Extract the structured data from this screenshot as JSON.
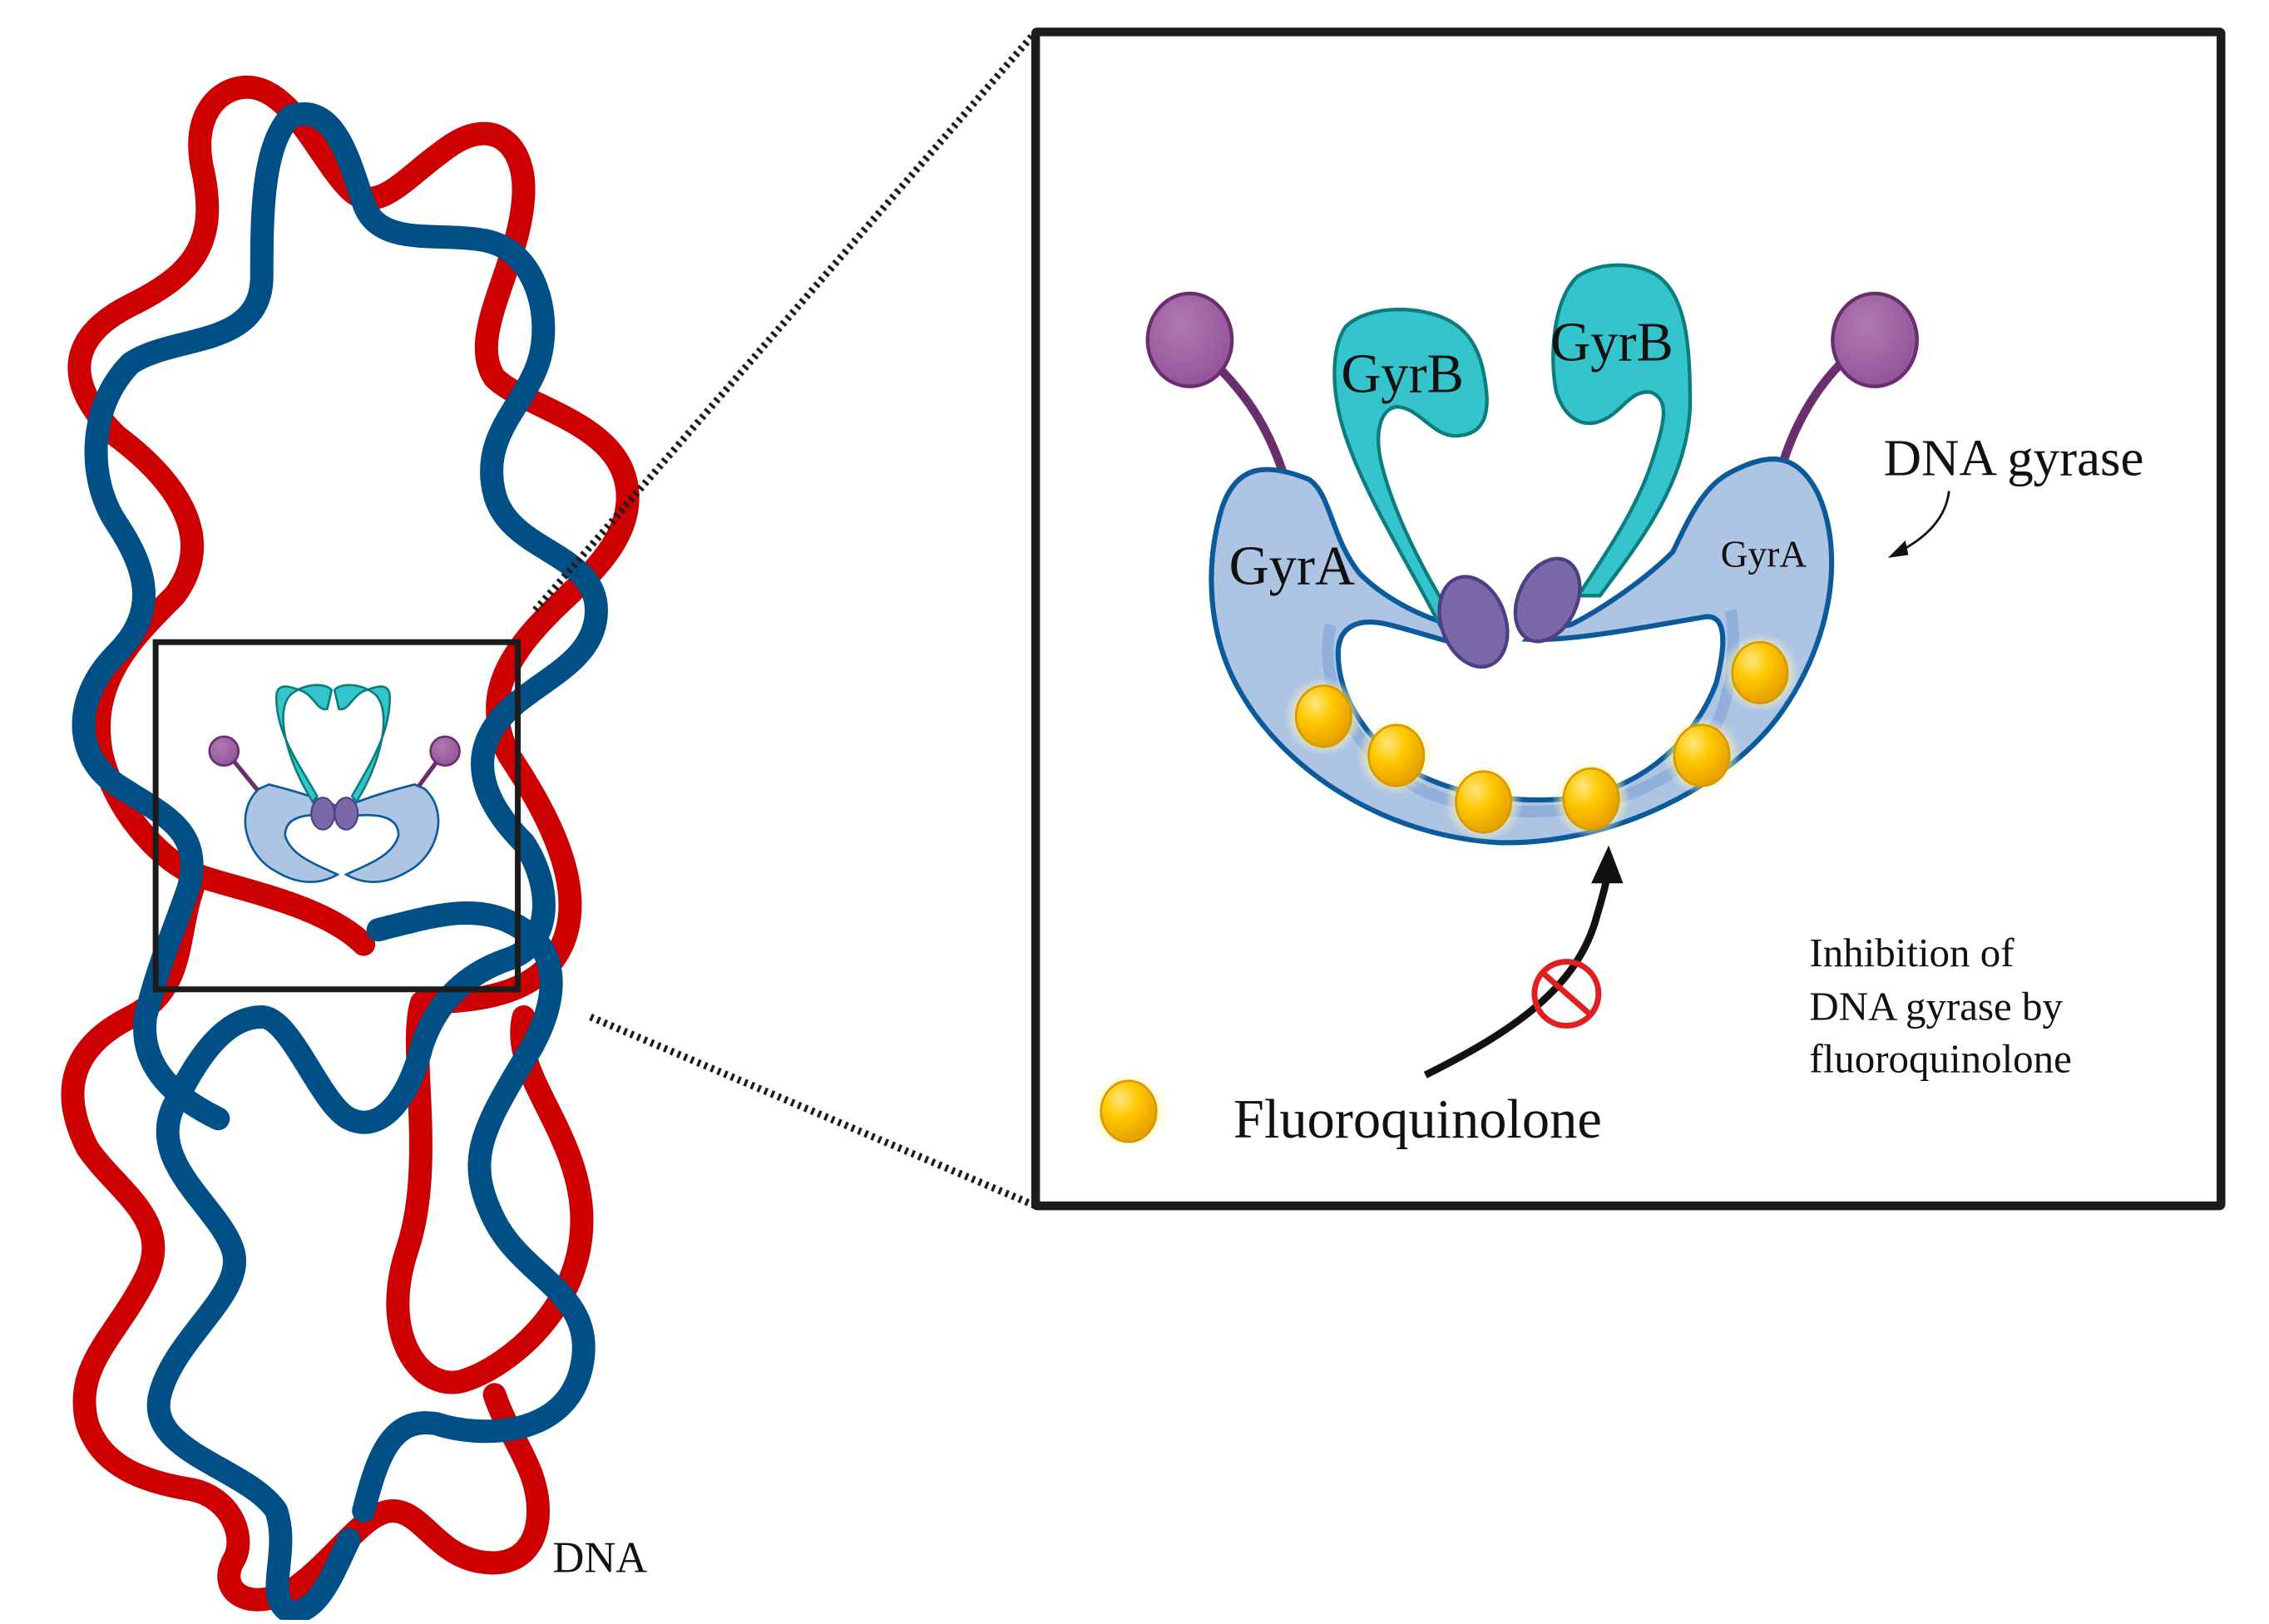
{
  "diagram": {
    "dna_label": "DNA",
    "enzyme_label": "DNA gyrase",
    "subunits": {
      "gyrb_left": "GyrB",
      "gyrb_right": "GyrB",
      "gyra_left": "GyrA",
      "gyra_right": "GyrA"
    },
    "legend": {
      "drug_label": "Fluoroquinolone",
      "drug_icon": "yellow-sphere"
    },
    "inhibition_text": [
      "Inhibition of",
      "DNA gyrase by",
      "fluoroquinolone"
    ],
    "inhibition_icon": "no-symbol",
    "colors": {
      "strand_red": "#cc0000",
      "strand_blue": "#005087",
      "gyra_fill": "#aec4e3",
      "gyra_stroke": "#0a5a9c",
      "gyrb_fill": "#36c4cc",
      "gyrb_stroke": "#0b7d7f",
      "purple_ball": "#9b5b9c",
      "purple_node": "#7a68a8",
      "drug_yellow": "#ffc400",
      "no_symbol_red": "#e02020",
      "frame": "#1c1c1c"
    }
  }
}
